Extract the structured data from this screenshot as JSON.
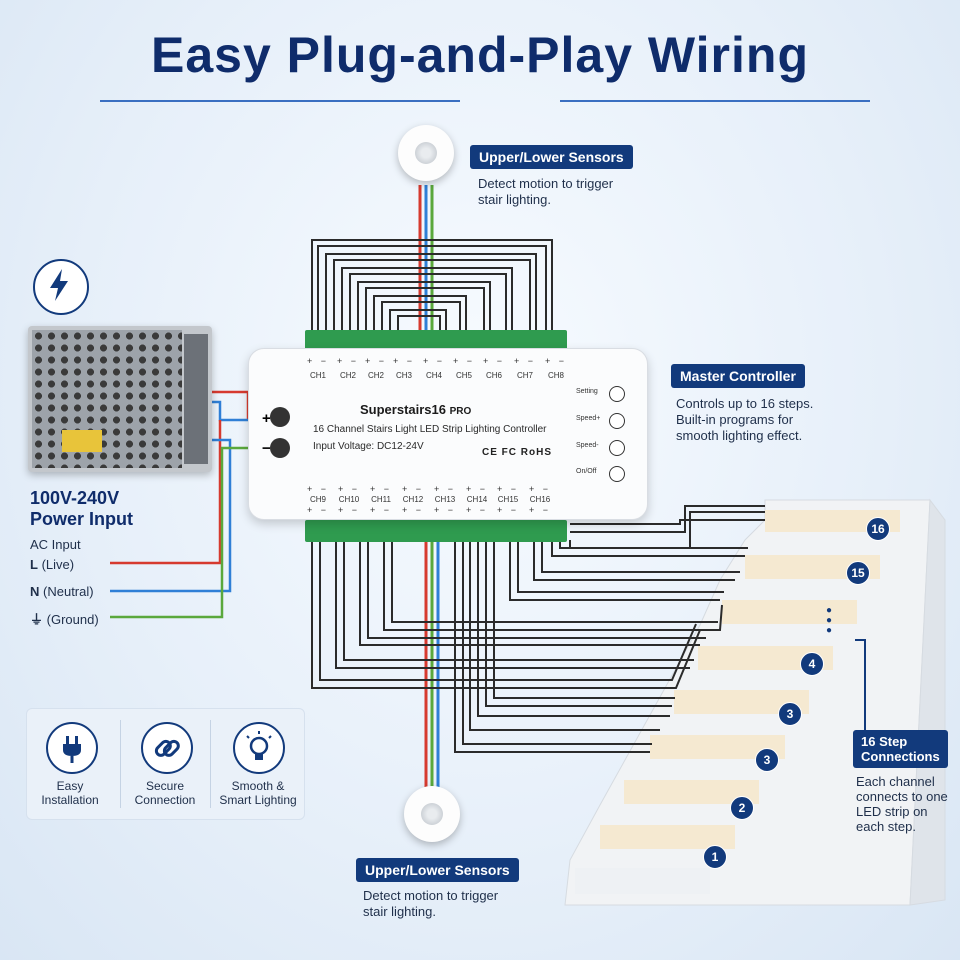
{
  "title": "Easy Plug-and-Play Wiring",
  "upper_sensor": {
    "label": "Upper/Lower Sensors",
    "desc1": "Detect motion to trigger",
    "desc2": "stair lighting."
  },
  "lower_sensor": {
    "label": "Upper/Lower Sensors",
    "desc1": "Detect motion to trigger",
    "desc2": "stair lighting."
  },
  "controller": {
    "name": "Superstairs16",
    "name_suffix": "PRO",
    "subtitle": "16 Channel Stairs Light LED Strip Lighting Controller",
    "voltage": "Input Voltage: DC12-24V",
    "certs": "CE FC RoHS",
    "top_channels": [
      "CH1",
      "CH2",
      "CH2",
      "CH3",
      "CH4",
      "CH5",
      "CH6",
      "CH7",
      "CH8"
    ],
    "bottom_channels": [
      "CH9",
      "CH10",
      "CH11",
      "CH12",
      "CH13",
      "CH14",
      "CH15",
      "CH16"
    ],
    "plus": "+",
    "minus": "−",
    "buttons": [
      "Setting",
      "Speed+",
      "Speed-",
      "On/Off"
    ]
  },
  "master": {
    "label": "Master Controller",
    "desc1": "Controls up to 16 steps.",
    "desc2": "Built-in programs for",
    "desc3": "smooth lighting effect."
  },
  "power": {
    "title1": "100V-240V",
    "title2": "Power Input",
    "ac": "AC Input",
    "live_key": "L",
    "live": "(Live)",
    "neutral_key": "N",
    "neutral": "(Neutral)",
    "ground": "(Ground)"
  },
  "colors": {
    "live": "#d63a2f",
    "neutral": "#2f7fd6",
    "ground": "#5aa83c",
    "brand": "#123a7c"
  },
  "features": [
    {
      "icon": "plug-icon",
      "l1": "Easy",
      "l2": "Installation"
    },
    {
      "icon": "link-icon",
      "l1": "Secure",
      "l2": "Connection"
    },
    {
      "icon": "lightbulb-icon",
      "l1": "Smooth &",
      "l2": "Smart Lighting"
    }
  ],
  "steps": {
    "label1": "16 Step",
    "label2": "Connections",
    "desc1": "Each channel",
    "desc2": "connects to one",
    "desc3": "LED strip on",
    "desc4": "each step.",
    "badges": [
      "16",
      "15",
      "4",
      "3",
      "3",
      "2",
      "1"
    ]
  }
}
